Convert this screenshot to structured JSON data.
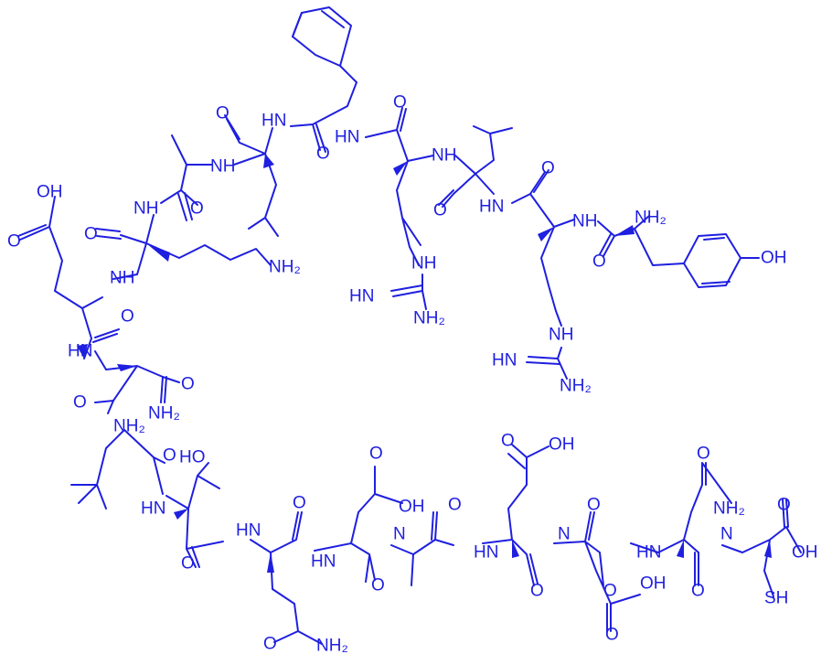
{
  "molecule": {
    "color": "#1f1fe0",
    "labels": {
      "l_oh1": "OH",
      "l_o1": "O",
      "l_nh_e": "NH",
      "l_o2": "O",
      "l_nh_k": "NH",
      "l_nh2_k": "NH₂",
      "l_o3": "O",
      "l_nh_a": "NH",
      "l_o4": "O",
      "l_o5": "O",
      "l_nh_l": "HN",
      "l_o6": "O",
      "l_hn_f": "HN",
      "l_o7": "O",
      "l_nh_r1": "NH",
      "l_hn_g1": "NH",
      "l_hn1": "HN",
      "l_nh2_g1": "NH₂",
      "l_o8": "O",
      "l_hn_v": "HN",
      "l_o9": "O",
      "l_nh_r2": "NH",
      "l_nh2_y": "NH₂",
      "l_o10": "O",
      "l_oh_y": "OH",
      "l_nh_g2": "NH",
      "l_hn2": "HN",
      "l_nh2_g2": "NH₂",
      "l_hn_n1": "HN",
      "l_o11": "O",
      "l_o12": "O",
      "l_o13": "O",
      "l_nh2_n1": "NH₂",
      "l_nh2_x": "NH₂",
      "l_ho_t": "HO",
      "l_hn_t": "HN",
      "l_o14": "O",
      "l_hn_q": "HN",
      "l_o15": "O",
      "l_nh2_q": "NH₂",
      "l_o16": "O",
      "l_hn_d1": "HN",
      "l_o17": "O",
      "l_oh_d1": "OH",
      "l_o18": "O",
      "l_n_a2": "N",
      "l_o19": "O",
      "l_oh_e2": "OH",
      "l_o20": "O",
      "l_hn_e2": "HN",
      "l_o21": "O",
      "l_n_d2": "N",
      "l_o22": "O",
      "l_oh_d2": "OH",
      "l_o23": "O",
      "l_o24": "O",
      "l_o25": "O",
      "l_hn_n2": "HN",
      "l_nh2_n2": "NH₂",
      "l_o26": "O",
      "l_n_c": "N",
      "l_o27": "O",
      "l_oh_c": "OH",
      "l_sh": "SH"
    }
  }
}
